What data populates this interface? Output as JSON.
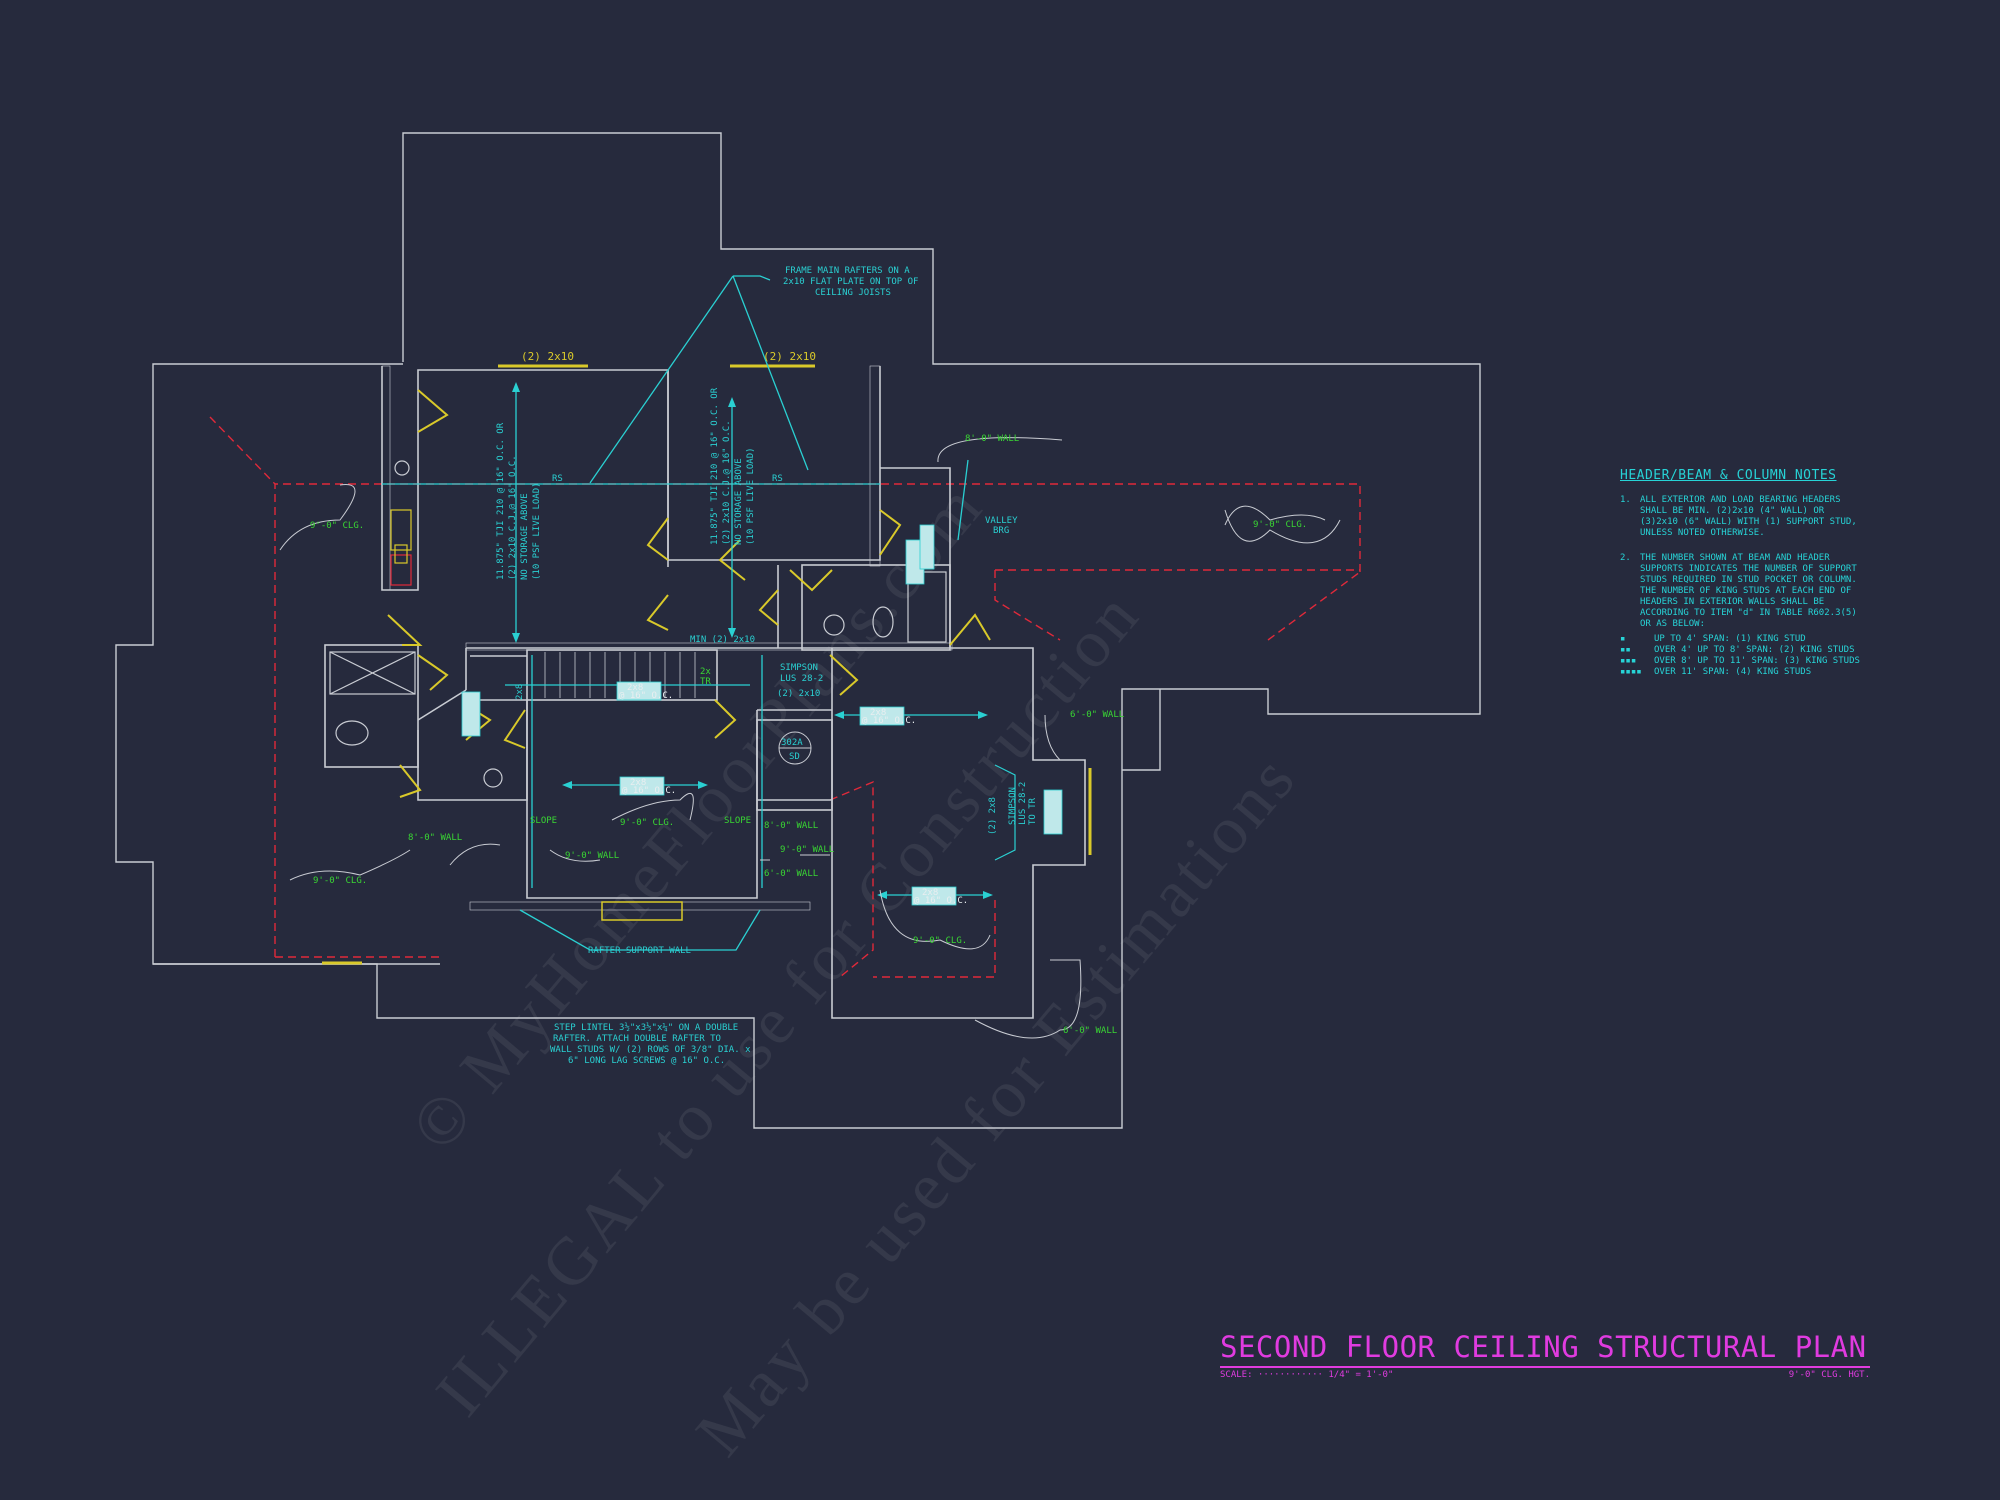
{
  "title": {
    "main": "SECOND FLOOR CEILING STRUCTURAL PLAN",
    "scale": "SCALE: ············ 1/4\" = 1'-0\"",
    "ceiling_height": "9'-0\" CLG. HGT."
  },
  "notes": {
    "heading": "HEADER/BEAM & COLUMN NOTES",
    "items": [
      {
        "num": "1.",
        "text": "ALL EXTERIOR AND LOAD BEARING HEADERS SHALL BE MIN. (2)2x10 (4\" WALL) OR (3)2x10 (6\" WALL) WITH (1) SUPPORT STUD, UNLESS NOTED OTHERWISE."
      },
      {
        "num": "2.",
        "text": "THE NUMBER SHOWN AT BEAM AND HEADER SUPPORTS INDICATES THE NUMBER OF SUPPORT STUDS REQUIRED IN STUD POCKET OR COLUMN. THE NUMBER OF KING STUDS AT EACH END OF HEADERS IN EXTERIOR WALLS SHALL BE ACCORDING TO ITEM \"d\" IN TABLE R602.3(5) OR AS BELOW:"
      }
    ],
    "bullets": [
      {
        "mark": "▪",
        "text": "UP TO 4' SPAN: (1) KING STUD"
      },
      {
        "mark": "▪▪",
        "text": "OVER 4' UP TO 8' SPAN: (2) KING STUDS"
      },
      {
        "mark": "▪▪▪",
        "text": "OVER 8' UP TO 11' SPAN: (3) KING STUDS"
      },
      {
        "mark": "▪▪▪▪",
        "text": "OVER 11' SPAN: (4) KING STUDS"
      }
    ]
  },
  "callouts": {
    "frame_rafters": [
      "FRAME MAIN RAFTERS ON A",
      "2x10 FLAT PLATE ON TOP OF",
      "CEILING JOISTS"
    ],
    "header_a": "(2) 2x10",
    "header_b": "(2) 2x10",
    "rs_a": "RS",
    "rs_b": "RS",
    "joist_spec": [
      "11.875\" TJI 210 @ 16\" O.C. OR",
      "(2) 2x10 C.J.@ 16\" O.C.",
      "NO STORAGE ABOVE",
      "(10 PSF LIVE LOAD)"
    ],
    "wall_8_top": "8'-0\" WALL",
    "valley_brg": [
      "VALLEY",
      "BRG"
    ],
    "clg_left": "9'-0\" CLG.",
    "clg_right": "9'-0\" CLG.",
    "clg_lower_left": "9'-0\" CLG.",
    "min_header": "MIN (2) 2x10",
    "simpson_a": [
      "SIMPSON",
      "LUS 28-2"
    ],
    "header_c": "(2) 2x10",
    "tr_a": [
      "2x",
      "TR"
    ],
    "wall_6_right": "6'-0\" WALL",
    "mark_302a": "302A",
    "mark_sd": "SD",
    "stair_2x8": "2x8",
    "wall_8_left": "8'-0\" WALL",
    "slope_a": "SLOPE",
    "slope_b": "SLOPE",
    "clg_center": "9'-0\" CLG.",
    "wall_9_center": "9'-0\" WALL",
    "wall_8_mid": "8'-0\" WALL",
    "wall_9_mid": "9'-0\" WALL",
    "wall_6_mid": "6'-0\" WALL",
    "simpson_b": [
      "(2) 2x8",
      "SIMPSON",
      "LUS 28-2",
      "TO TR"
    ],
    "clg_bed": "9'-0\" CLG.",
    "wall_6_bottom": "6'-0\" WALL",
    "rafter_support": "RAFTER SUPPORT WALL",
    "step_lintel": [
      "STEP LINTEL 3½\"x3½\"x¼\" ON A DOUBLE",
      "RAFTER.  ATTACH DOUBLE RAFTER TO",
      "WALL STUDS W/ (2) ROWS OF 3/8\" DIA. x",
      "6\" LONG LAG SCREWS @ 16\" O.C."
    ],
    "tag_2x8": "2x8",
    "tag_16oc": "@ 16\" O.C."
  },
  "watermarks": [
    "© MyHomeFloorPlans.com",
    "ILLEGAL to use for Construction",
    "May be used for Estimations"
  ],
  "colors": {
    "background": "#262a3d",
    "wall": "#c9ccd3",
    "cyan": "#2ad0d2",
    "green": "#39d633",
    "red_dash": "#e0293a",
    "yellow": "#d9c92a",
    "title": "#e03be0"
  }
}
